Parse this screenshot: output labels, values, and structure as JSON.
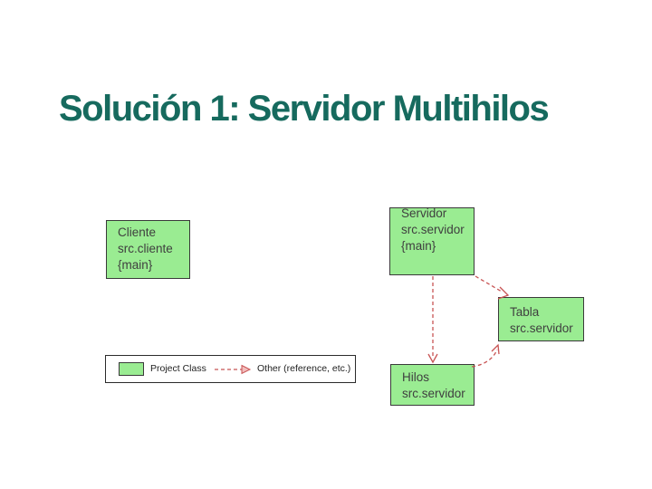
{
  "slide": {
    "title": "Solución 1: Servidor Multihilos"
  },
  "colors": {
    "title_text": "#166a5e",
    "box_fill": "#9aec92",
    "box_border": "#3a3a3a",
    "arrow_red": "#c85454",
    "background": "#ffffff"
  },
  "diagram": {
    "boxes": [
      {
        "id": "cliente",
        "lines": [
          "Cliente",
          "src.cliente",
          "{main}"
        ]
      },
      {
        "id": "servidor",
        "lines": [
          "Servidor",
          "src.servidor",
          "{main}"
        ]
      },
      {
        "id": "tabla",
        "lines": [
          "Tabla",
          "src.servidor"
        ]
      },
      {
        "id": "hilos",
        "lines": [
          "Hilos",
          "src.servidor"
        ]
      }
    ],
    "arrows": [
      {
        "from": "servidor",
        "to": "hilos",
        "style": "dashed-red"
      },
      {
        "from": "servidor",
        "to": "tabla",
        "style": "dashed-red"
      },
      {
        "from": "hilos",
        "to": "tabla",
        "style": "dashed-red"
      }
    ]
  },
  "legend": {
    "class_swatch_icon": "green-class-swatch",
    "class_label": "Project Class",
    "arrow_icon": "dashed-red-arrow",
    "arrow_label": "Other (reference, etc.)"
  }
}
